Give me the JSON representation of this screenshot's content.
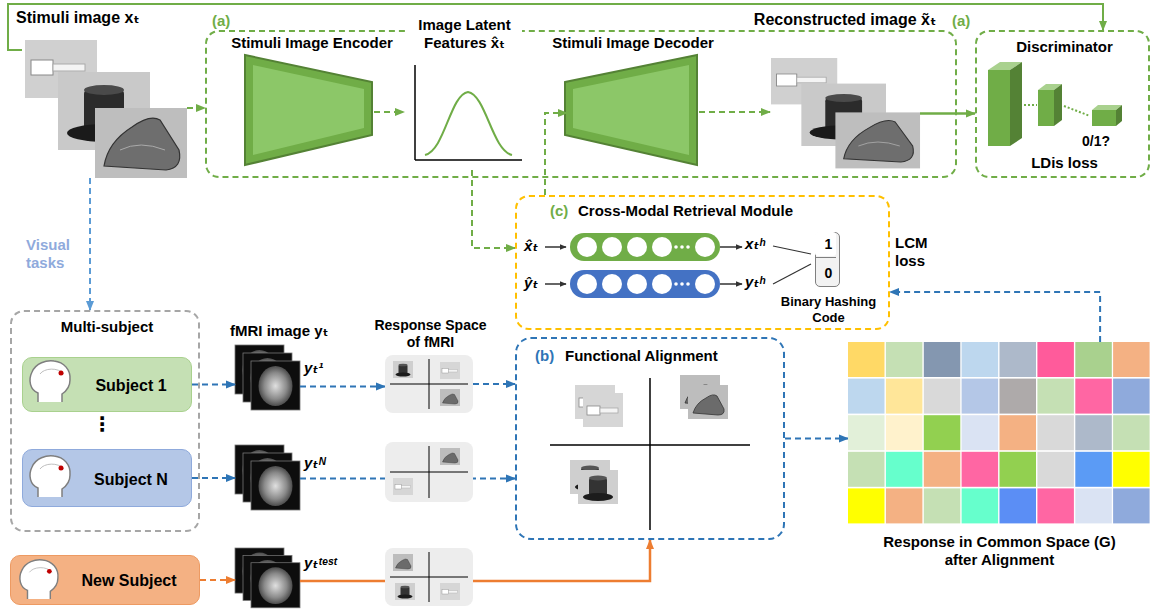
{
  "diagram": {
    "nodes": [
      {
        "text": [
          "Stimuli image xₜ"
        ]
      },
      {
        "text": [
          "(a)"
        ]
      },
      {
        "text": [
          "Stimuli Image Encoder"
        ],
        "in": 1
      },
      {
        "text": [
          "Image Latent Features x̂ₜ"
        ],
        "in": 1
      },
      {
        "text": [
          "Stimuli Image Decoder"
        ],
        "in": 1
      },
      {
        "text": [
          "Reconstructed image x̃ₜ"
        ],
        "in": 1
      },
      {
        "text": [
          "(a)",
          "Discriminator",
          "0/1?",
          "LDis loss"
        ]
      },
      {
        "text": [
          "(c)",
          "Cross-Modal Retrieval Module"
        ]
      },
      {
        "text": [
          "1",
          "0",
          "Binary Hashing Code"
        ],
        "in": 7
      },
      {
        "text": [
          "Multi-subject"
        ]
      },
      {
        "text": [
          "Subject 1"
        ],
        "in": 9
      },
      {
        "text": [
          "Subject N"
        ],
        "in": 9
      },
      {
        "text": [
          "New Subject"
        ]
      },
      {
        "text": [
          "fMRI image yₜ",
          "yₜ¹"
        ]
      },
      {
        "text": [
          "yₜᴺ"
        ]
      },
      {
        "text": [
          "yₜᵗᵉˢᵗ"
        ]
      },
      {
        "text": [
          "Response Space of fMRI"
        ]
      },
      {
        "text": [
          "(b)",
          "Functional Alignment"
        ]
      },
      {
        "text": [
          "Response in Common Space (G) after Alignment"
        ]
      }
    ],
    "edges": [
      {
        "from": 0,
        "to": 1,
        "arrow": "to"
      },
      {
        "from": 2,
        "to": 3,
        "arrow": "to"
      },
      {
        "from": 3,
        "to": 7,
        "arrow": "to"
      },
      {
        "from": 7,
        "to": 4,
        "arrow": "to"
      },
      {
        "from": 4,
        "to": 5,
        "arrow": "to"
      },
      {
        "from": 5,
        "to": 6,
        "arrow": "to"
      },
      {
        "from": 0,
        "to": 6,
        "arrow": "to"
      },
      {
        "from": 0,
        "to": 9,
        "label": "Visual tasks",
        "arrow": "to"
      },
      {
        "from": 10,
        "to": 13,
        "arrow": "to"
      },
      {
        "from": 11,
        "to": 14,
        "arrow": "to"
      },
      {
        "from": 12,
        "to": 15,
        "arrow": "to"
      },
      {
        "from": 13,
        "to": 16,
        "arrow": "to"
      },
      {
        "from": 16,
        "to": 17,
        "arrow": "to"
      },
      {
        "from": 14,
        "to": 17,
        "arrow": "to"
      },
      {
        "from": 15,
        "to": 17,
        "arrow": "to"
      },
      {
        "from": 17,
        "to": 18,
        "arrow": "to"
      },
      {
        "from": 18,
        "to": 7,
        "arrow": "to"
      }
    ],
    "labels": [
      "x̂ₜ",
      "xₜʰ",
      "ŷₜ",
      "yₜʰ",
      "LCM loss",
      "⋮"
    ]
  }
}
